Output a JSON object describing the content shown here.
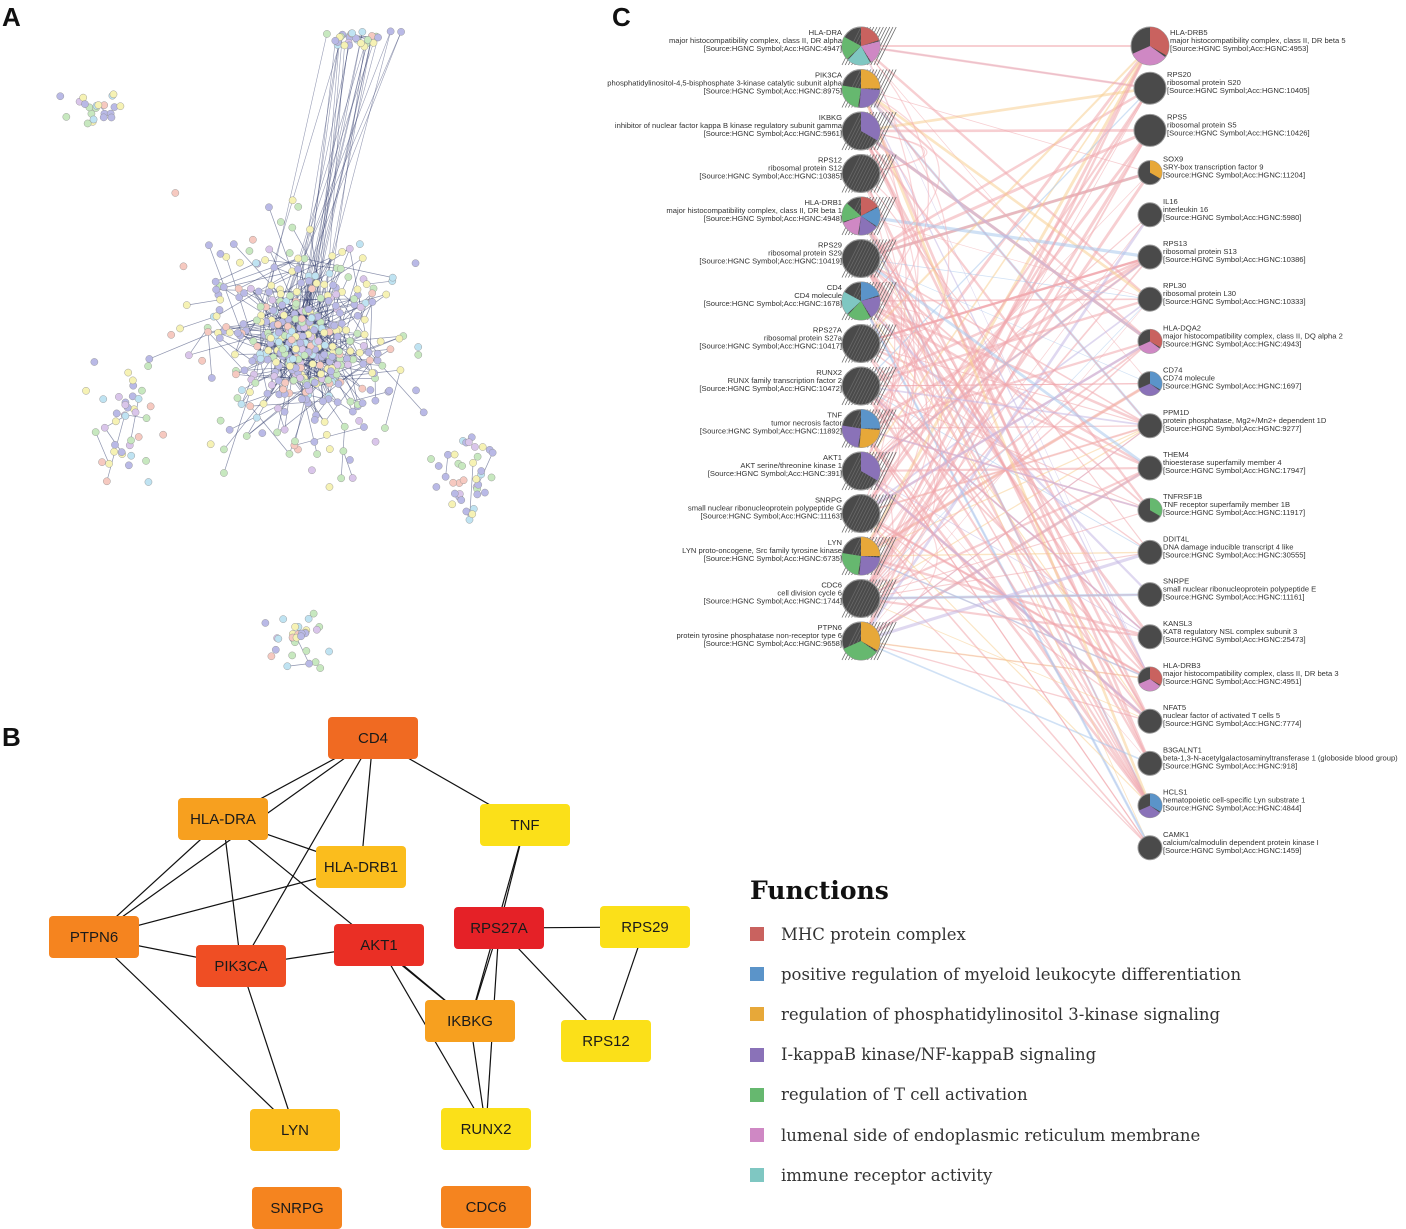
{
  "panels": {
    "a": "A",
    "b": "B",
    "c": "C"
  },
  "colors": {
    "mhc": "#c9625f",
    "myeloid": "#5b94c9",
    "pi3k": "#e7a839",
    "ikb": "#8a72b8",
    "tcell": "#66b86f",
    "er": "#cf88c4",
    "immune": "#7fc7c2"
  },
  "legend": {
    "title": "Functions",
    "items": [
      {
        "label": "MHC protein complex",
        "color": "#c9625f"
      },
      {
        "label": "positive regulation of myeloid leukocyte differentiation",
        "color": "#5b94c9"
      },
      {
        "label": "regulation of phosphatidylinositol 3-kinase signaling",
        "color": "#e7a839"
      },
      {
        "label": "I-kappaB kinase/NF-kappaB signaling",
        "color": "#8a72b8"
      },
      {
        "label": "regulation of T cell activation",
        "color": "#66b86f"
      },
      {
        "label": "lumenal side of endoplasmic reticulum membrane",
        "color": "#cf88c4"
      },
      {
        "label": "immune receptor activity",
        "color": "#7fc7c2"
      }
    ]
  },
  "hub_network": {
    "nodes": [
      {
        "id": "CD4",
        "color": "#f06a22"
      },
      {
        "id": "HLA-DRA",
        "color": "#f7a01f"
      },
      {
        "id": "TNF",
        "color": "#fbe019"
      },
      {
        "id": "HLA-DRB1",
        "color": "#fbbd1d"
      },
      {
        "id": "PTPN6",
        "color": "#f5841f"
      },
      {
        "id": "PIK3CA",
        "color": "#ef4e24"
      },
      {
        "id": "AKT1",
        "color": "#ea2f25"
      },
      {
        "id": "RPS27A",
        "color": "#e52127"
      },
      {
        "id": "RPS29",
        "color": "#fbe019"
      },
      {
        "id": "IKBKG",
        "color": "#f7a01f"
      },
      {
        "id": "RPS12",
        "color": "#fbe019"
      },
      {
        "id": "LYN",
        "color": "#fbbd1d"
      },
      {
        "id": "RUNX2",
        "color": "#fbe019"
      },
      {
        "id": "SNRPG",
        "color": "#f5841f"
      },
      {
        "id": "CDC6",
        "color": "#f5841f"
      }
    ],
    "edges": [
      [
        "CD4",
        "HLA-DRA"
      ],
      [
        "CD4",
        "PTPN6"
      ],
      [
        "CD4",
        "PIK3CA"
      ],
      [
        "CD4",
        "HLA-DRB1"
      ],
      [
        "CD4",
        "TNF"
      ],
      [
        "HLA-DRA",
        "PTPN6"
      ],
      [
        "HLA-DRA",
        "PIK3CA"
      ],
      [
        "HLA-DRA",
        "HLA-DRB1"
      ],
      [
        "HLA-DRA",
        "IKBKG"
      ],
      [
        "HLA-DRB1",
        "PTPN6"
      ],
      [
        "PTPN6",
        "PIK3CA"
      ],
      [
        "PTPN6",
        "LYN"
      ],
      [
        "PIK3CA",
        "LYN"
      ],
      [
        "PIK3CA",
        "AKT1"
      ],
      [
        "AKT1",
        "IKBKG"
      ],
      [
        "AKT1",
        "RUNX2"
      ],
      [
        "TNF",
        "RPS27A"
      ],
      [
        "TNF",
        "IKBKG"
      ],
      [
        "RPS27A",
        "IKBKG"
      ],
      [
        "RPS27A",
        "RUNX2"
      ],
      [
        "RPS27A",
        "RPS29"
      ],
      [
        "RPS27A",
        "RPS12"
      ],
      [
        "RPS29",
        "RPS12"
      ],
      [
        "IKBKG",
        "RUNX2"
      ]
    ]
  },
  "genemania": {
    "query_genes": [
      {
        "symbol": "HLA-DRA",
        "desc": "major histocompatibility complex, class II, DR alpha",
        "source": "[Source:HGNC Symbol;Acc:HGNC:4947]",
        "pie": [
          "mhc",
          "er",
          "immune",
          "tcell"
        ]
      },
      {
        "symbol": "PIK3CA",
        "desc": "phosphatidylinositol-4,5-bisphosphate 3-kinase catalytic subunit alpha",
        "source": "[Source:HGNC Symbol;Acc:HGNC:8975]",
        "pie": [
          "pi3k",
          "ikb",
          "tcell"
        ]
      },
      {
        "symbol": "IKBKG",
        "desc": "inhibitor of nuclear factor kappa B kinase regulatory subunit gamma",
        "source": "[Source:HGNC Symbol;Acc:HGNC:5961]",
        "pie": [
          "ikb"
        ]
      },
      {
        "symbol": "RPS12",
        "desc": "ribosomal protein S12",
        "source": "[Source:HGNC Symbol;Acc:HGNC:10385]",
        "pie": []
      },
      {
        "symbol": "HLA-DRB1",
        "desc": "major histocompatibility complex, class II, DR beta 1",
        "source": "[Source:HGNC Symbol;Acc:HGNC:4948]",
        "pie": [
          "mhc",
          "myeloid",
          "ikb",
          "er",
          "tcell"
        ]
      },
      {
        "symbol": "RPS29",
        "desc": "ribosomal protein S29",
        "source": "[Source:HGNC Symbol;Acc:HGNC:10419]",
        "pie": []
      },
      {
        "symbol": "CD4",
        "desc": "CD4 molecule",
        "source": "[Source:HGNC Symbol;Acc:HGNC:1678]",
        "pie": [
          "myeloid",
          "ikb",
          "tcell",
          "immune"
        ]
      },
      {
        "symbol": "RPS27A",
        "desc": "ribosomal protein S27a",
        "source": "[Source:HGNC Symbol;Acc:HGNC:10417]",
        "pie": []
      },
      {
        "symbol": "RUNX2",
        "desc": "RUNX family transcription factor 2",
        "source": "[Source:HGNC Symbol;Acc:HGNC:10472]",
        "pie": []
      },
      {
        "symbol": "TNF",
        "desc": "tumor necrosis factor",
        "source": "[Source:HGNC Symbol;Acc:HGNC:11892]",
        "pie": [
          "myeloid",
          "pi3k",
          "ikb"
        ]
      },
      {
        "symbol": "AKT1",
        "desc": "AKT serine/threonine kinase 1",
        "source": "[Source:HGNC Symbol;Acc:HGNC:391]",
        "pie": [
          "ikb"
        ]
      },
      {
        "symbol": "SNRPG",
        "desc": "small nuclear ribonucleoprotein polypeptide G",
        "source": "[Source:HGNC Symbol;Acc:HGNC:11163]",
        "pie": []
      },
      {
        "symbol": "LYN",
        "desc": "LYN proto-oncogene, Src family tyrosine kinase",
        "source": "[Source:HGNC Symbol;Acc:HGNC:6735]",
        "pie": [
          "pi3k",
          "ikb",
          "tcell"
        ]
      },
      {
        "symbol": "CDC6",
        "desc": "cell division cycle 6",
        "source": "[Source:HGNC Symbol;Acc:HGNC:1744]",
        "pie": []
      },
      {
        "symbol": "PTPN6",
        "desc": "protein tyrosine phosphatase non-receptor type 6",
        "source": "[Source:HGNC Symbol;Acc:HGNC:9658]",
        "pie": [
          "pi3k",
          "tcell"
        ]
      }
    ],
    "related_genes": [
      {
        "symbol": "HLA-DRB5",
        "desc": "major histocompatibility complex, class II, DR beta 5",
        "source": "[Source:HGNC Symbol;Acc:HGNC:4953]",
        "pie": [
          "mhc",
          "er"
        ]
      },
      {
        "symbol": "RPS20",
        "desc": "ribosomal protein S20",
        "source": "[Source:HGNC Symbol;Acc:HGNC:10405]",
        "pie": []
      },
      {
        "symbol": "RPS5",
        "desc": "ribosomal protein S5",
        "source": "[Source:HGNC Symbol;Acc:HGNC:10426]",
        "pie": []
      },
      {
        "symbol": "SOX9",
        "desc": "SRY-box transcription factor 9",
        "source": "[Source:HGNC Symbol;Acc:HGNC:11204]",
        "pie": [
          "pi3k"
        ]
      },
      {
        "symbol": "IL16",
        "desc": "interleukin 16",
        "source": "[Source:HGNC Symbol;Acc:HGNC:5980]",
        "pie": []
      },
      {
        "symbol": "RPS13",
        "desc": "ribosomal protein S13",
        "source": "[Source:HGNC Symbol;Acc:HGNC:10386]",
        "pie": []
      },
      {
        "symbol": "RPL30",
        "desc": "ribosomal protein L30",
        "source": "[Source:HGNC Symbol;Acc:HGNC:10333]",
        "pie": []
      },
      {
        "symbol": "HLA-DQA2",
        "desc": "major histocompatibility complex, class II, DQ alpha 2",
        "source": "[Source:HGNC Symbol;Acc:HGNC:4943]",
        "pie": [
          "mhc",
          "er"
        ]
      },
      {
        "symbol": "CD74",
        "desc": "CD74 molecule",
        "source": "[Source:HGNC Symbol;Acc:HGNC:1697]",
        "pie": [
          "myeloid",
          "ikb"
        ]
      },
      {
        "symbol": "PPM1D",
        "desc": "protein phosphatase, Mg2+/Mn2+ dependent 1D",
        "source": "[Source:HGNC Symbol;Acc:HGNC:9277]",
        "pie": []
      },
      {
        "symbol": "THEM4",
        "desc": "thioesterase superfamily member 4",
        "source": "[Source:HGNC Symbol;Acc:HGNC:17947]",
        "pie": []
      },
      {
        "symbol": "TNFRSF1B",
        "desc": "TNF receptor superfamily member 1B",
        "source": "[Source:HGNC Symbol;Acc:HGNC:11917]",
        "pie": [
          "tcell"
        ]
      },
      {
        "symbol": "DDIT4L",
        "desc": "DNA damage inducible transcript 4 like",
        "source": "[Source:HGNC Symbol;Acc:HGNC:30555]",
        "pie": []
      },
      {
        "symbol": "SNRPE",
        "desc": "small nuclear ribonucleoprotein polypeptide E",
        "source": "[Source:HGNC Symbol;Acc:HGNC:11161]",
        "pie": []
      },
      {
        "symbol": "KANSL3",
        "desc": "KAT8 regulatory NSL complex subunit 3",
        "source": "[Source:HGNC Symbol;Acc:HGNC:25473]",
        "pie": []
      },
      {
        "symbol": "HLA-DRB3",
        "desc": "major histocompatibility complex, class II, DR beta 3",
        "source": "[Source:HGNC Symbol;Acc:HGNC:4951]",
        "pie": [
          "mhc",
          "er"
        ]
      },
      {
        "symbol": "NFAT5",
        "desc": "nuclear factor of activated T cells 5",
        "source": "[Source:HGNC Symbol;Acc:HGNC:7774]",
        "pie": []
      },
      {
        "symbol": "B3GALNT1",
        "desc": "beta-1,3-N-acetylgalactosaminyltransferase 1 (globoside blood group)",
        "source": "[Source:HGNC Symbol;Acc:HGNC:918]",
        "pie": []
      },
      {
        "symbol": "HCLS1",
        "desc": "hematopoietic cell-specific Lyn substrate 1",
        "source": "[Source:HGNC Symbol;Acc:HGNC:4844]",
        "pie": [
          "myeloid",
          "ikb"
        ]
      },
      {
        "symbol": "CAMK1",
        "desc": "calcium/calmodulin dependent protein kinase I",
        "source": "[Source:HGNC Symbol;Acc:HGNC:1459]",
        "pie": []
      }
    ]
  }
}
